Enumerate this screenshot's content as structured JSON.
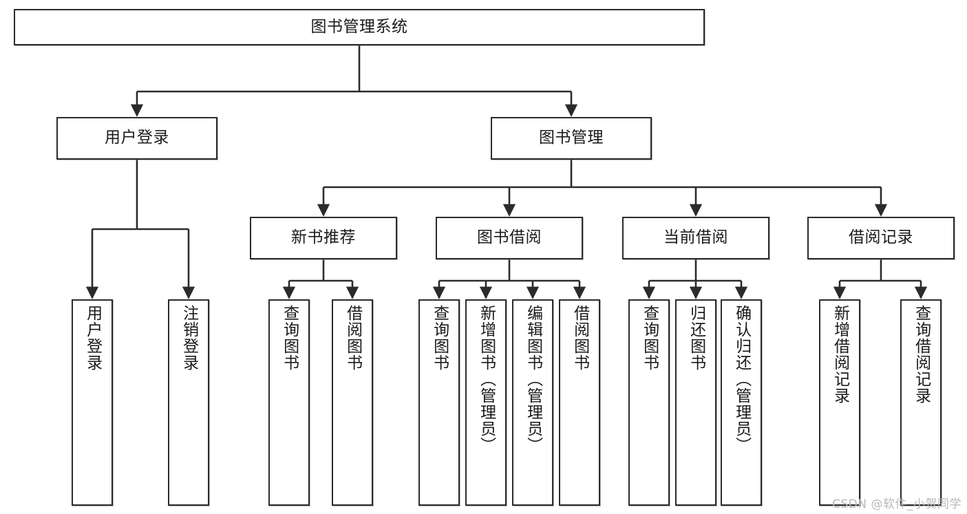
{
  "diagram": {
    "title": "图书管理系统",
    "watermark": "CSDN @软件_小贺同学",
    "line_color": "#2b2b2b",
    "box_fill": "#ffffff",
    "text_color": "#1a1a1a",
    "watermark_color": "#b9b9b9",
    "nodes": {
      "root": {
        "label": "图书管理系统"
      },
      "level2": [
        {
          "id": "user-login",
          "label": "用户登录"
        },
        {
          "id": "book-management",
          "label": "图书管理"
        }
      ],
      "level3": [
        {
          "id": "new-book-recommend",
          "label": "新书推荐"
        },
        {
          "id": "book-borrow",
          "label": "图书借阅"
        },
        {
          "id": "current-borrow",
          "label": "当前借阅"
        },
        {
          "id": "borrow-record",
          "label": "借阅记录"
        }
      ],
      "leaves": {
        "user-login": [
          {
            "id": "leaf-user-login",
            "label": "用户登录"
          },
          {
            "id": "leaf-logout-login",
            "label": "注销登录"
          }
        ],
        "new-book-recommend": [
          {
            "id": "leaf-query-book-1",
            "label": "查询图书"
          },
          {
            "id": "leaf-borrow-book-1",
            "label": "借阅图书"
          }
        ],
        "book-borrow": [
          {
            "id": "leaf-query-book-2",
            "label": "查询图书"
          },
          {
            "id": "leaf-add-book",
            "label": "新增图书（管理员）"
          },
          {
            "id": "leaf-edit-book",
            "label": "编辑图书（管理员）"
          },
          {
            "id": "leaf-borrow-book-2",
            "label": "借阅图书"
          }
        ],
        "current-borrow": [
          {
            "id": "leaf-query-book-3",
            "label": "查询图书"
          },
          {
            "id": "leaf-return-book",
            "label": "归还图书"
          },
          {
            "id": "leaf-confirm-return",
            "label": "确认归还（管理员）"
          }
        ],
        "borrow-record": [
          {
            "id": "leaf-add-record",
            "label": "新增借阅记录"
          },
          {
            "id": "leaf-query-record",
            "label": "查询借阅记录"
          }
        ]
      }
    }
  }
}
